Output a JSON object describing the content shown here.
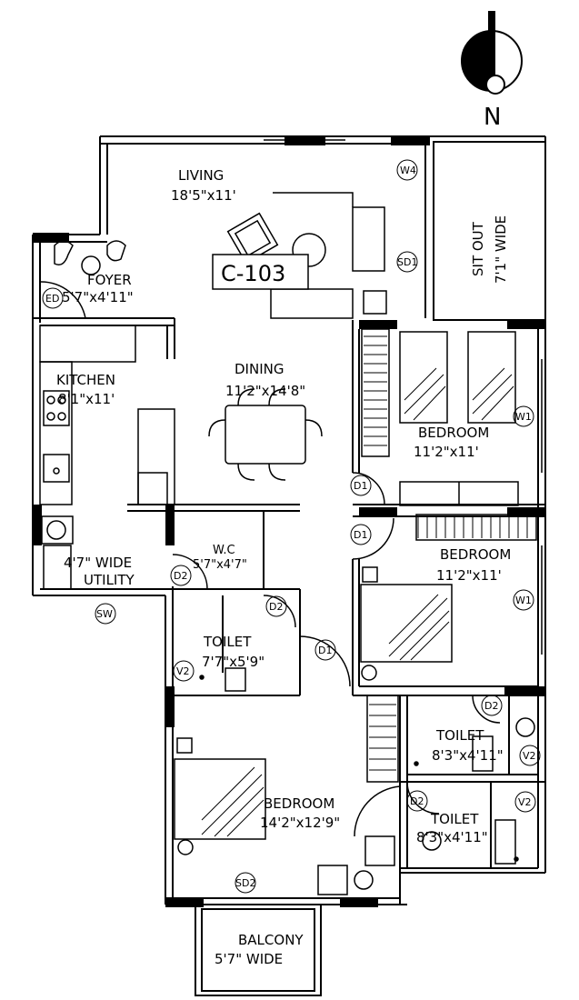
{
  "north_label": "N",
  "unit_id": "C-103",
  "rooms": {
    "living": {
      "name": "LIVING",
      "size": "18'5\"x11'"
    },
    "sitout": {
      "name": "SIT OUT",
      "size": "7'1\" WIDE"
    },
    "foyer": {
      "name": "FOYER",
      "size": "5'7\"x4'11\""
    },
    "kitchen": {
      "name": "KITCHEN",
      "size": "8'1\"x11'"
    },
    "dining": {
      "name": "DINING",
      "size": "11'2\"x14'8\""
    },
    "bedroom1": {
      "name": "BEDROOM",
      "size": "11'2\"x11'"
    },
    "bedroom2": {
      "name": "BEDROOM",
      "size": "11'2\"x11'"
    },
    "utility": {
      "name": "4'7\" WIDE",
      "size": "UTILITY"
    },
    "wc": {
      "name": "W.C",
      "size": "5'7\"x4'7\""
    },
    "toilet1": {
      "name": "TOILET",
      "size": "7'7\"x5'9\""
    },
    "toilet2": {
      "name": "TOILET",
      "size": "8'3\"x4'11\""
    },
    "toilet3": {
      "name": "TOILET",
      "size": "8'3\"x4'11\""
    },
    "bedroom3": {
      "name": "BEDROOM",
      "size": "14'2\"x12'9\""
    },
    "balcony": {
      "name": "BALCONY",
      "size": "5'7\"   WIDE"
    }
  },
  "tags": {
    "w4": "W4",
    "sd1": "SD1",
    "ed": "ED",
    "w1a": "W1",
    "w1b": "W1",
    "d1a": "D1",
    "d1b": "D1",
    "d1c": "D1",
    "sw": "SW",
    "d2a": "D2",
    "d2b": "D2",
    "d2c": "D2",
    "d2d": "D2",
    "v2a": "V2",
    "v2b": "V2",
    "v2c": "V2",
    "sd2": "SD2"
  }
}
